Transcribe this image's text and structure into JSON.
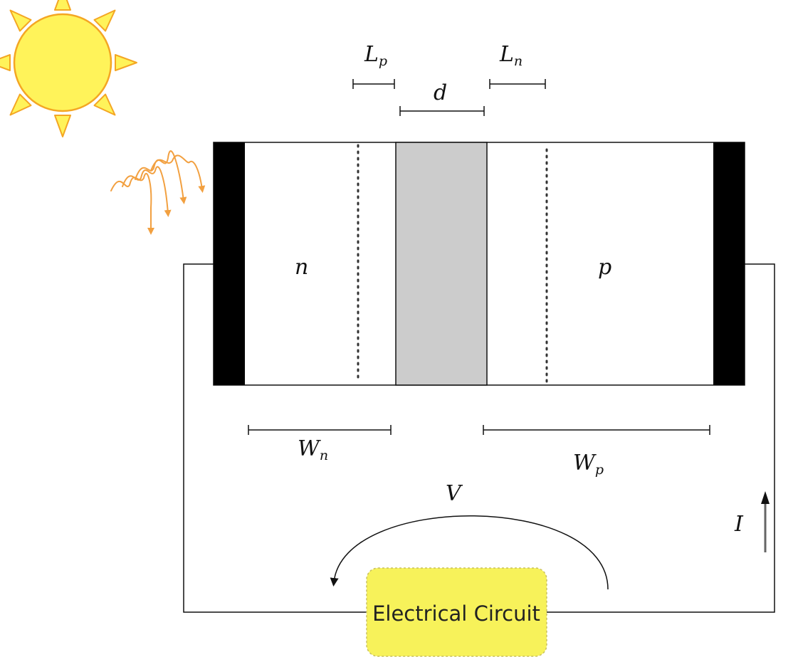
{
  "labels": {
    "n_region": "n",
    "p_region": "p",
    "depletion_width": "d",
    "diffusion_length_p": {
      "main": "L",
      "sub": "p"
    },
    "diffusion_length_n": {
      "main": "L",
      "sub": "n"
    },
    "width_n": {
      "main": "W",
      "sub": "n"
    },
    "width_p": {
      "main": "W",
      "sub": "p"
    },
    "voltage": "V",
    "current": "I",
    "circuit": "Electrical Circuit"
  },
  "icons": {
    "light_source": "sun-icon",
    "illumination": "photon-waves-icon"
  },
  "colors": {
    "sun_fill": "#fff35a",
    "sun_stroke": "#f4a623",
    "photon": "#f2a040",
    "contact": "#000000",
    "depletion": "#cccccc",
    "circuit_box": "#f7f25a",
    "current_arrow": "#666666"
  }
}
